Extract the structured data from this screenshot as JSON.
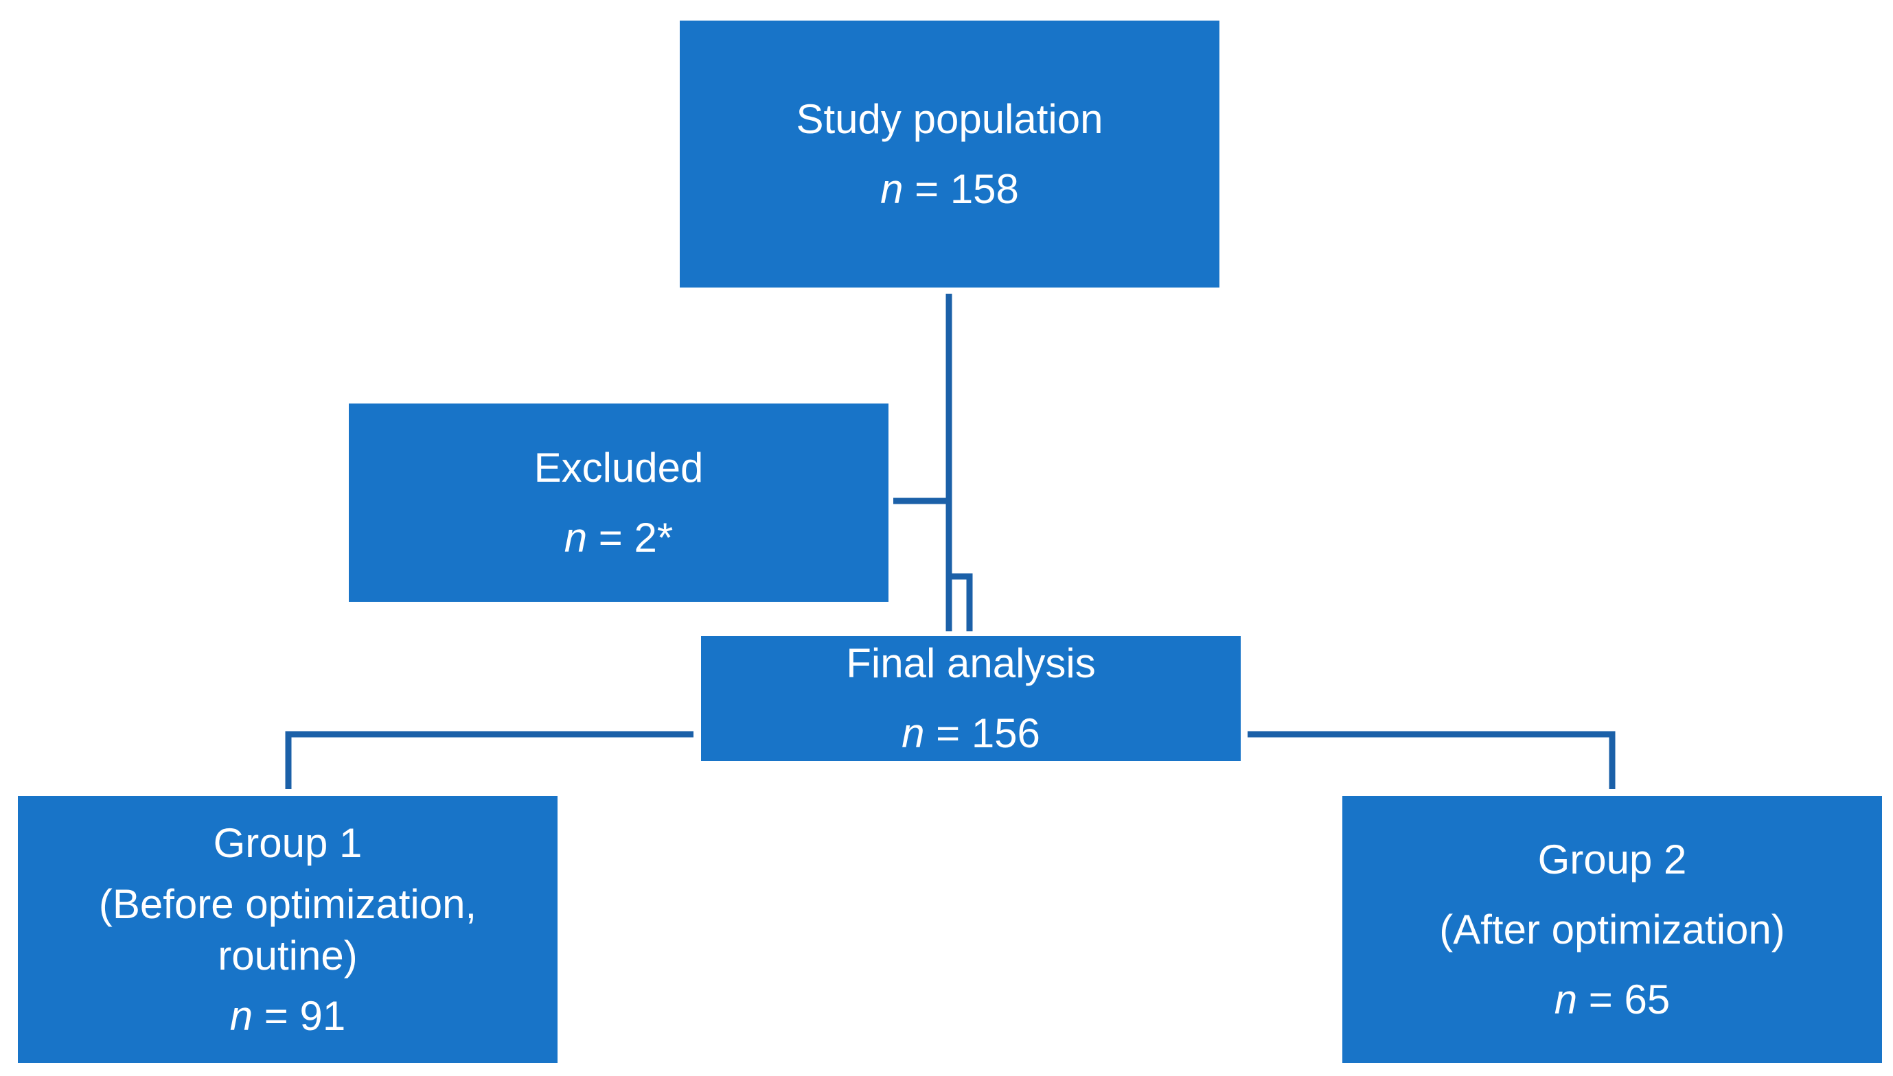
{
  "nodes": {
    "study_population": {
      "title": "Study population",
      "n_symbol": "n",
      "n_rest": " = 158"
    },
    "excluded": {
      "title": "Excluded",
      "n_symbol": "n",
      "n_rest": " = 2*"
    },
    "final_analysis": {
      "title": "Final analysis",
      "n_symbol": "n",
      "n_rest": " = 156"
    },
    "group1": {
      "title": "Group 1",
      "subtitle_1": "(Before optimization,",
      "subtitle_2": "routine)",
      "n_symbol": "n",
      "n_rest": " = 91"
    },
    "group2": {
      "title": "Group 2",
      "subtitle_1": "(After optimization)",
      "n_symbol": "n",
      "n_rest": " = 65"
    }
  },
  "colors": {
    "box": "#1874c8",
    "connector": "#1b60a8",
    "text": "#ffffff"
  }
}
